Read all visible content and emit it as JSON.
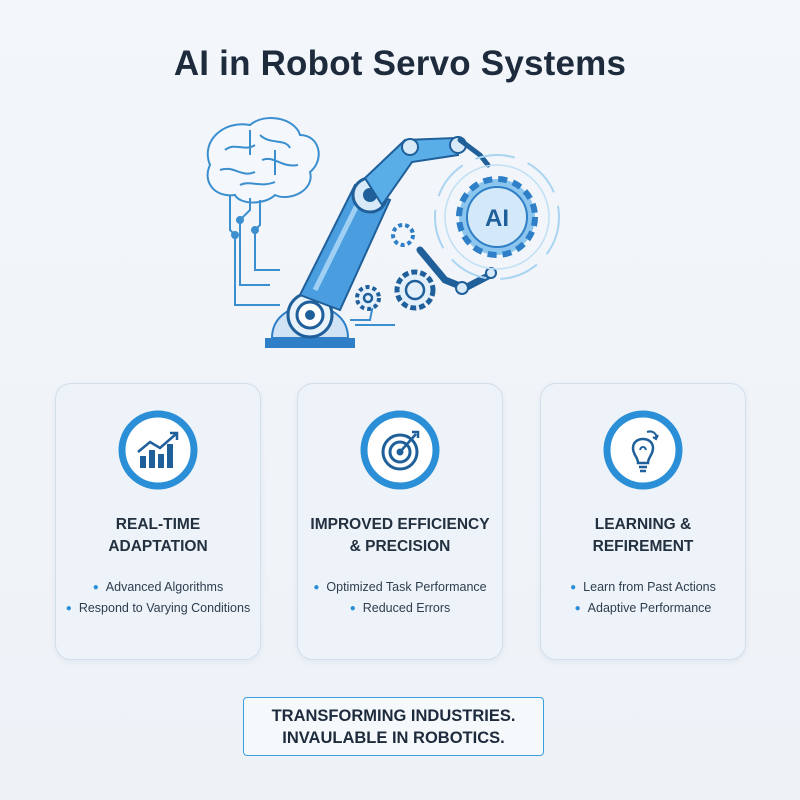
{
  "title": "AI in Robot Servo Systems",
  "hero": {
    "gear_label": "AI",
    "icons": [
      "brain-icon",
      "robot-arm-icon",
      "ai-gear-icon",
      "gears-icon"
    ]
  },
  "cards": [
    {
      "title_lines": [
        "REAL-TIME",
        "ADAPTATION"
      ],
      "icon": "growth-chart-icon",
      "bullets": [
        "Advanced Algorithms",
        "Respond to Varying Conditions"
      ]
    },
    {
      "title_lines": [
        "IMPROVED EFFICIENCY",
        "& PRECISION"
      ],
      "icon": "target-icon",
      "bullets": [
        "Optimized Task Performance",
        "Reduced Errors"
      ]
    },
    {
      "title_lines": [
        "LEARNING &",
        "REFIREMENT"
      ],
      "icon": "lightbulb-icon",
      "bullets": [
        "Learn from Past Actions",
        "Adaptive Performance"
      ]
    }
  ],
  "banner": {
    "line1": "TRANSFORMING INDUSTRIES.",
    "line2": "INVAULABLE IN ROBOTICS."
  },
  "colors": {
    "accent": "#2a8fd6",
    "accent_light": "#8cc6ee",
    "title": "#1d2b3c",
    "card_bg": "#ecf2f9"
  }
}
